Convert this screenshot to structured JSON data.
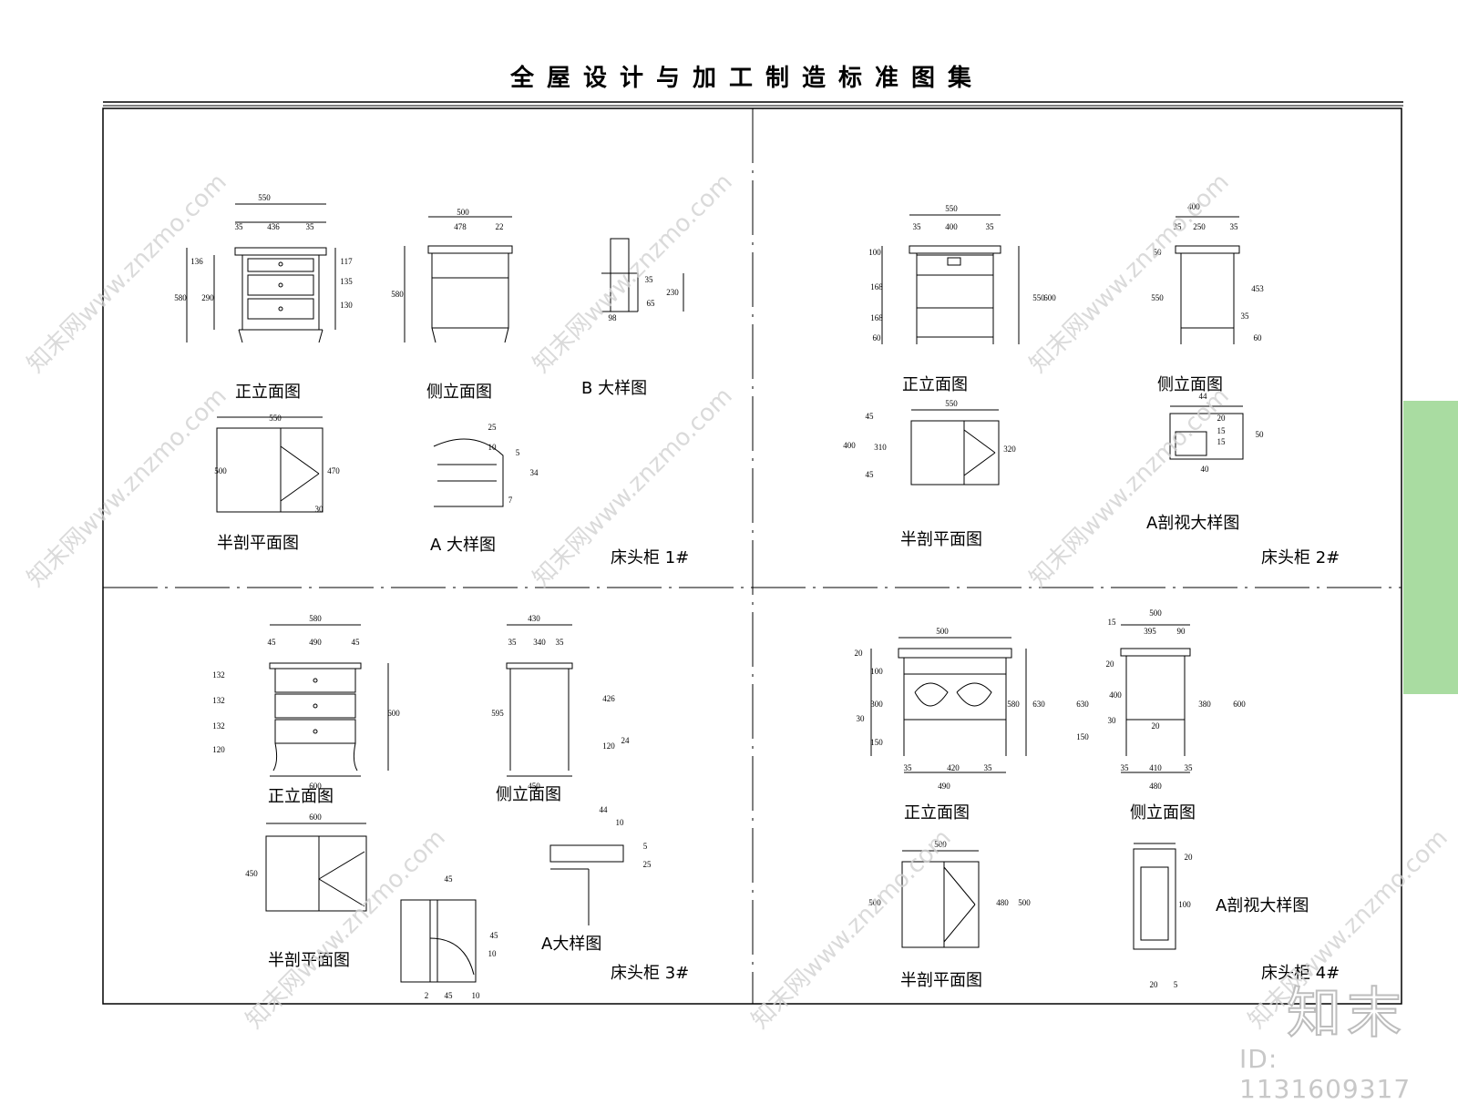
{
  "header": {
    "title": "全屋设计与加工制造标准图集"
  },
  "panels": [
    {
      "cabinet": "床头柜 1#",
      "views": [
        "正立面图",
        "侧立面图",
        "B 大样图",
        "半剖平面图",
        "A 大样图"
      ],
      "dims": [
        "550",
        "35",
        "436",
        "35",
        "136",
        "117",
        "135",
        "130",
        "580",
        "290",
        "500",
        "478",
        "22",
        "580",
        "35",
        "230",
        "65",
        "98",
        "550",
        "500",
        "470",
        "30",
        "25",
        "10",
        "5",
        "34",
        "7"
      ]
    },
    {
      "cabinet": "床头柜 2#",
      "views": [
        "正立面图",
        "侧立面图",
        "半剖平面图",
        "A剖视大样图"
      ],
      "dims": [
        "550",
        "35",
        "400",
        "35",
        "100",
        "168",
        "168",
        "60",
        "550",
        "600",
        "400",
        "35",
        "250",
        "35",
        "50",
        "550",
        "453",
        "35",
        "60",
        "550",
        "45",
        "400",
        "310",
        "45",
        "320",
        "44",
        "20",
        "15",
        "15",
        "50",
        "40"
      ]
    },
    {
      "cabinet": "床头柜 3#",
      "views": [
        "正立面图",
        "侧立面图",
        "半剖平面图",
        "A大样图"
      ],
      "dims": [
        "580",
        "45",
        "490",
        "45",
        "132",
        "132",
        "132",
        "120",
        "600",
        "600",
        "430",
        "35",
        "340",
        "35",
        "595",
        "426",
        "120",
        "24",
        "450",
        "600",
        "450",
        "45",
        "45",
        "10",
        "2",
        "45",
        "10",
        "44",
        "10",
        "5",
        "25"
      ]
    },
    {
      "cabinet": "床头柜 4#",
      "views": [
        "正立面图",
        "侧立面图",
        "半剖平面图",
        "A剖视大样图"
      ],
      "dims": [
        "500",
        "20",
        "100",
        "300",
        "30",
        "150",
        "35",
        "420",
        "35",
        "490",
        "580",
        "630",
        "500",
        "15",
        "395",
        "90",
        "630",
        "20",
        "400",
        "150",
        "30",
        "20",
        "35",
        "410",
        "35",
        "480",
        "380",
        "600",
        "500",
        "500",
        "480",
        "500",
        "20",
        "100",
        "20",
        "5"
      ]
    }
  ],
  "watermark": {
    "text": "知末网www.znzmo.com"
  },
  "footer": {
    "logo": "知末",
    "id": "ID: 1131609317"
  }
}
